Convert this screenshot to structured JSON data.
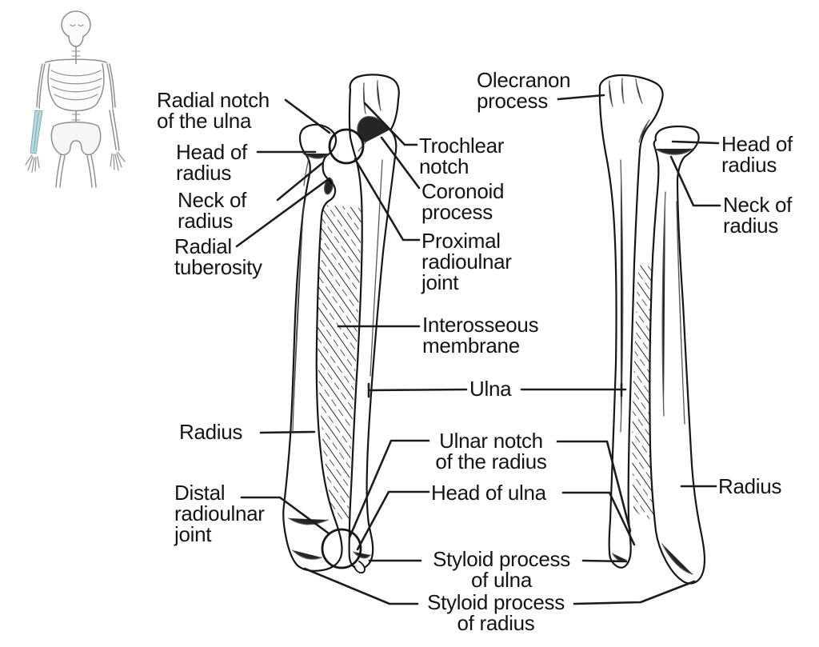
{
  "figure": {
    "description": "Labeled anatomical diagram of the ulna and radius, anterior and posterior views, with small context skeleton highlighting the forearm",
    "background_color": "#ffffff",
    "line_color": "#1a1a1a",
    "forearm_highlight_color": "#b9d9de"
  },
  "labels": {
    "radial_notch_ulna": "Radial notch\nof the ulna",
    "head_of_radius_left": "Head of\nradius",
    "neck_of_radius_left": "Neck of\nradius",
    "radial_tuberosity": "Radial\ntuberosity",
    "trochlear_notch": "Trochlear\nnotch",
    "coronoid_process": "Coronoid\nprocess",
    "proximal_radioulnar_joint": "Proximal\nradioulnar\njoint",
    "olecranon_process": "Olecranon\nprocess",
    "head_of_radius_right": "Head of\nradius",
    "neck_of_radius_right": "Neck of\nradius",
    "interosseous_membrane": "Interosseous\nmembrane",
    "ulna": "Ulna",
    "ulnar_notch_radius": "Ulnar notch\nof the radius",
    "head_of_ulna": "Head of ulna",
    "radius_left": "Radius",
    "distal_radioulnar_joint": "Distal\nradioulnar\njoint",
    "styloid_process_ulna": "Styloid process\nof ulna",
    "styloid_process_radius": "Styloid process\nof radius",
    "radius_right": "Radius"
  }
}
